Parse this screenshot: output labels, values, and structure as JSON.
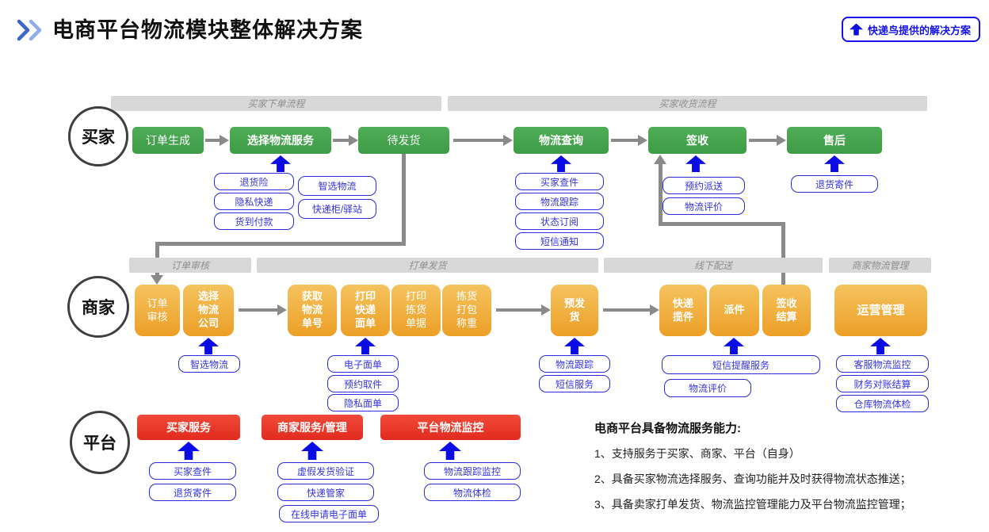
{
  "title": "电商平台物流模块整体解决方案",
  "badge": {
    "icon": "up-arrow",
    "label": "快递鸟提供的解决方案"
  },
  "colors": {
    "green": "#41A049",
    "orange": "#F0A632",
    "red": "#E73529",
    "blue": "#1512EA",
    "connector": "#8A8A8A",
    "header_bar": "#D8D8D8"
  },
  "lanes": {
    "buyer": {
      "name": "买家",
      "headers": {
        "order": "买家下单流程",
        "receive": "买家收货流程"
      },
      "nodes": {
        "order_create": "订单生成",
        "select_service": "选择物流服务",
        "to_ship": "待发货",
        "query": "物流查询",
        "sign": "签收",
        "after_sale": "售后"
      },
      "sub": {
        "select_service_left": [
          "退货险",
          "隐私快递",
          "货到付款"
        ],
        "select_service_right": [
          "智选物流",
          "快递柜/驿站"
        ],
        "query": [
          "买家查件",
          "物流跟踪",
          "状态订阅",
          "短信通知"
        ],
        "sign": [
          "预约派送",
          "物流评价"
        ],
        "after_sale": [
          "退货寄件"
        ]
      }
    },
    "merchant": {
      "name": "商家",
      "headers": {
        "review": "订单审核",
        "print_ship": "打单发货",
        "offline": "线下配送",
        "manage": "商家物流管理"
      },
      "nodes": {
        "order_review": "订单\n审核",
        "select_company": "选择\n物流\n公司",
        "get_number": "获取\n物流\n单号",
        "print_sheet": "打印\n快递\n面单",
        "print_pick": "打印\n拣货\n单据",
        "pick_pack": "拣货\n打包\n称重",
        "pre_ship": "预发\n货",
        "pickup": "快递\n揽件",
        "deliver": "派件",
        "sign_settle": "签收\n结算",
        "operation": "运营管理"
      },
      "sub": {
        "select_company": [
          "智选物流"
        ],
        "print_sheet": [
          "电子面单",
          "预约取件",
          "隐私面单"
        ],
        "pre_ship": [
          "物流跟踪",
          "短信服务"
        ],
        "deliver": [
          "短信提醒服务",
          "物流评价"
        ],
        "operation": [
          "客服物流监控",
          "财务对账结算",
          "仓库物流体检"
        ]
      }
    },
    "platform": {
      "name": "平台",
      "nodes": {
        "buyer_service": "买家服务",
        "merchant_service": "商家服务/管理",
        "monitor": "平台物流监控"
      },
      "sub": {
        "buyer_service": [
          "买家查件",
          "退货寄件"
        ],
        "merchant_service": [
          "虚假发货验证",
          "快递管家",
          "在线申请电子面单"
        ],
        "monitor": [
          "物流跟踪监控",
          "物流体检"
        ]
      }
    }
  },
  "notes": {
    "heading": "电商平台具备物流服务能力:",
    "items": [
      "1、支持服务于买家、商家、平台（自身）",
      "2、具备买家物流选择服务、查询功能并及时获得物流状态推送；",
      "3、具备卖家打单发货、物流监控管理能力及平台物流监控管理；"
    ]
  }
}
